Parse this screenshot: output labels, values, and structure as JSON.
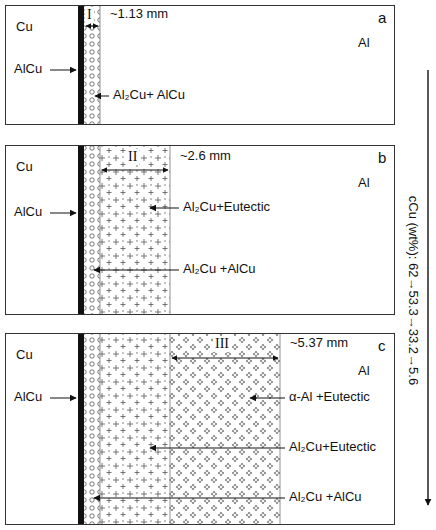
{
  "diagram": {
    "nodes": [
      {
        "text": [
          "a",
          "Cu",
          "Al"
        ]
      },
      {
        "text": [
          "b",
          "Cu",
          "Al"
        ]
      },
      {
        "text": [
          "c",
          "Cu",
          "Al"
        ]
      }
    ],
    "labels": [
      "I",
      "~1.13 mm",
      "AlCu",
      "Al₂Cu+ AlCu",
      "II",
      "~2.6 mm",
      "AlCu",
      "Al₂Cu+Eutectic",
      "Al₂Cu +AlCu",
      "III",
      "~5.37 mm",
      "AlCu",
      "α-Al +Eutectic",
      "Al₂Cu+Eutectic",
      "Al₂Cu +AlCu",
      "cCu (wt%): 62→53.3→33.2→5.6"
    ]
  }
}
